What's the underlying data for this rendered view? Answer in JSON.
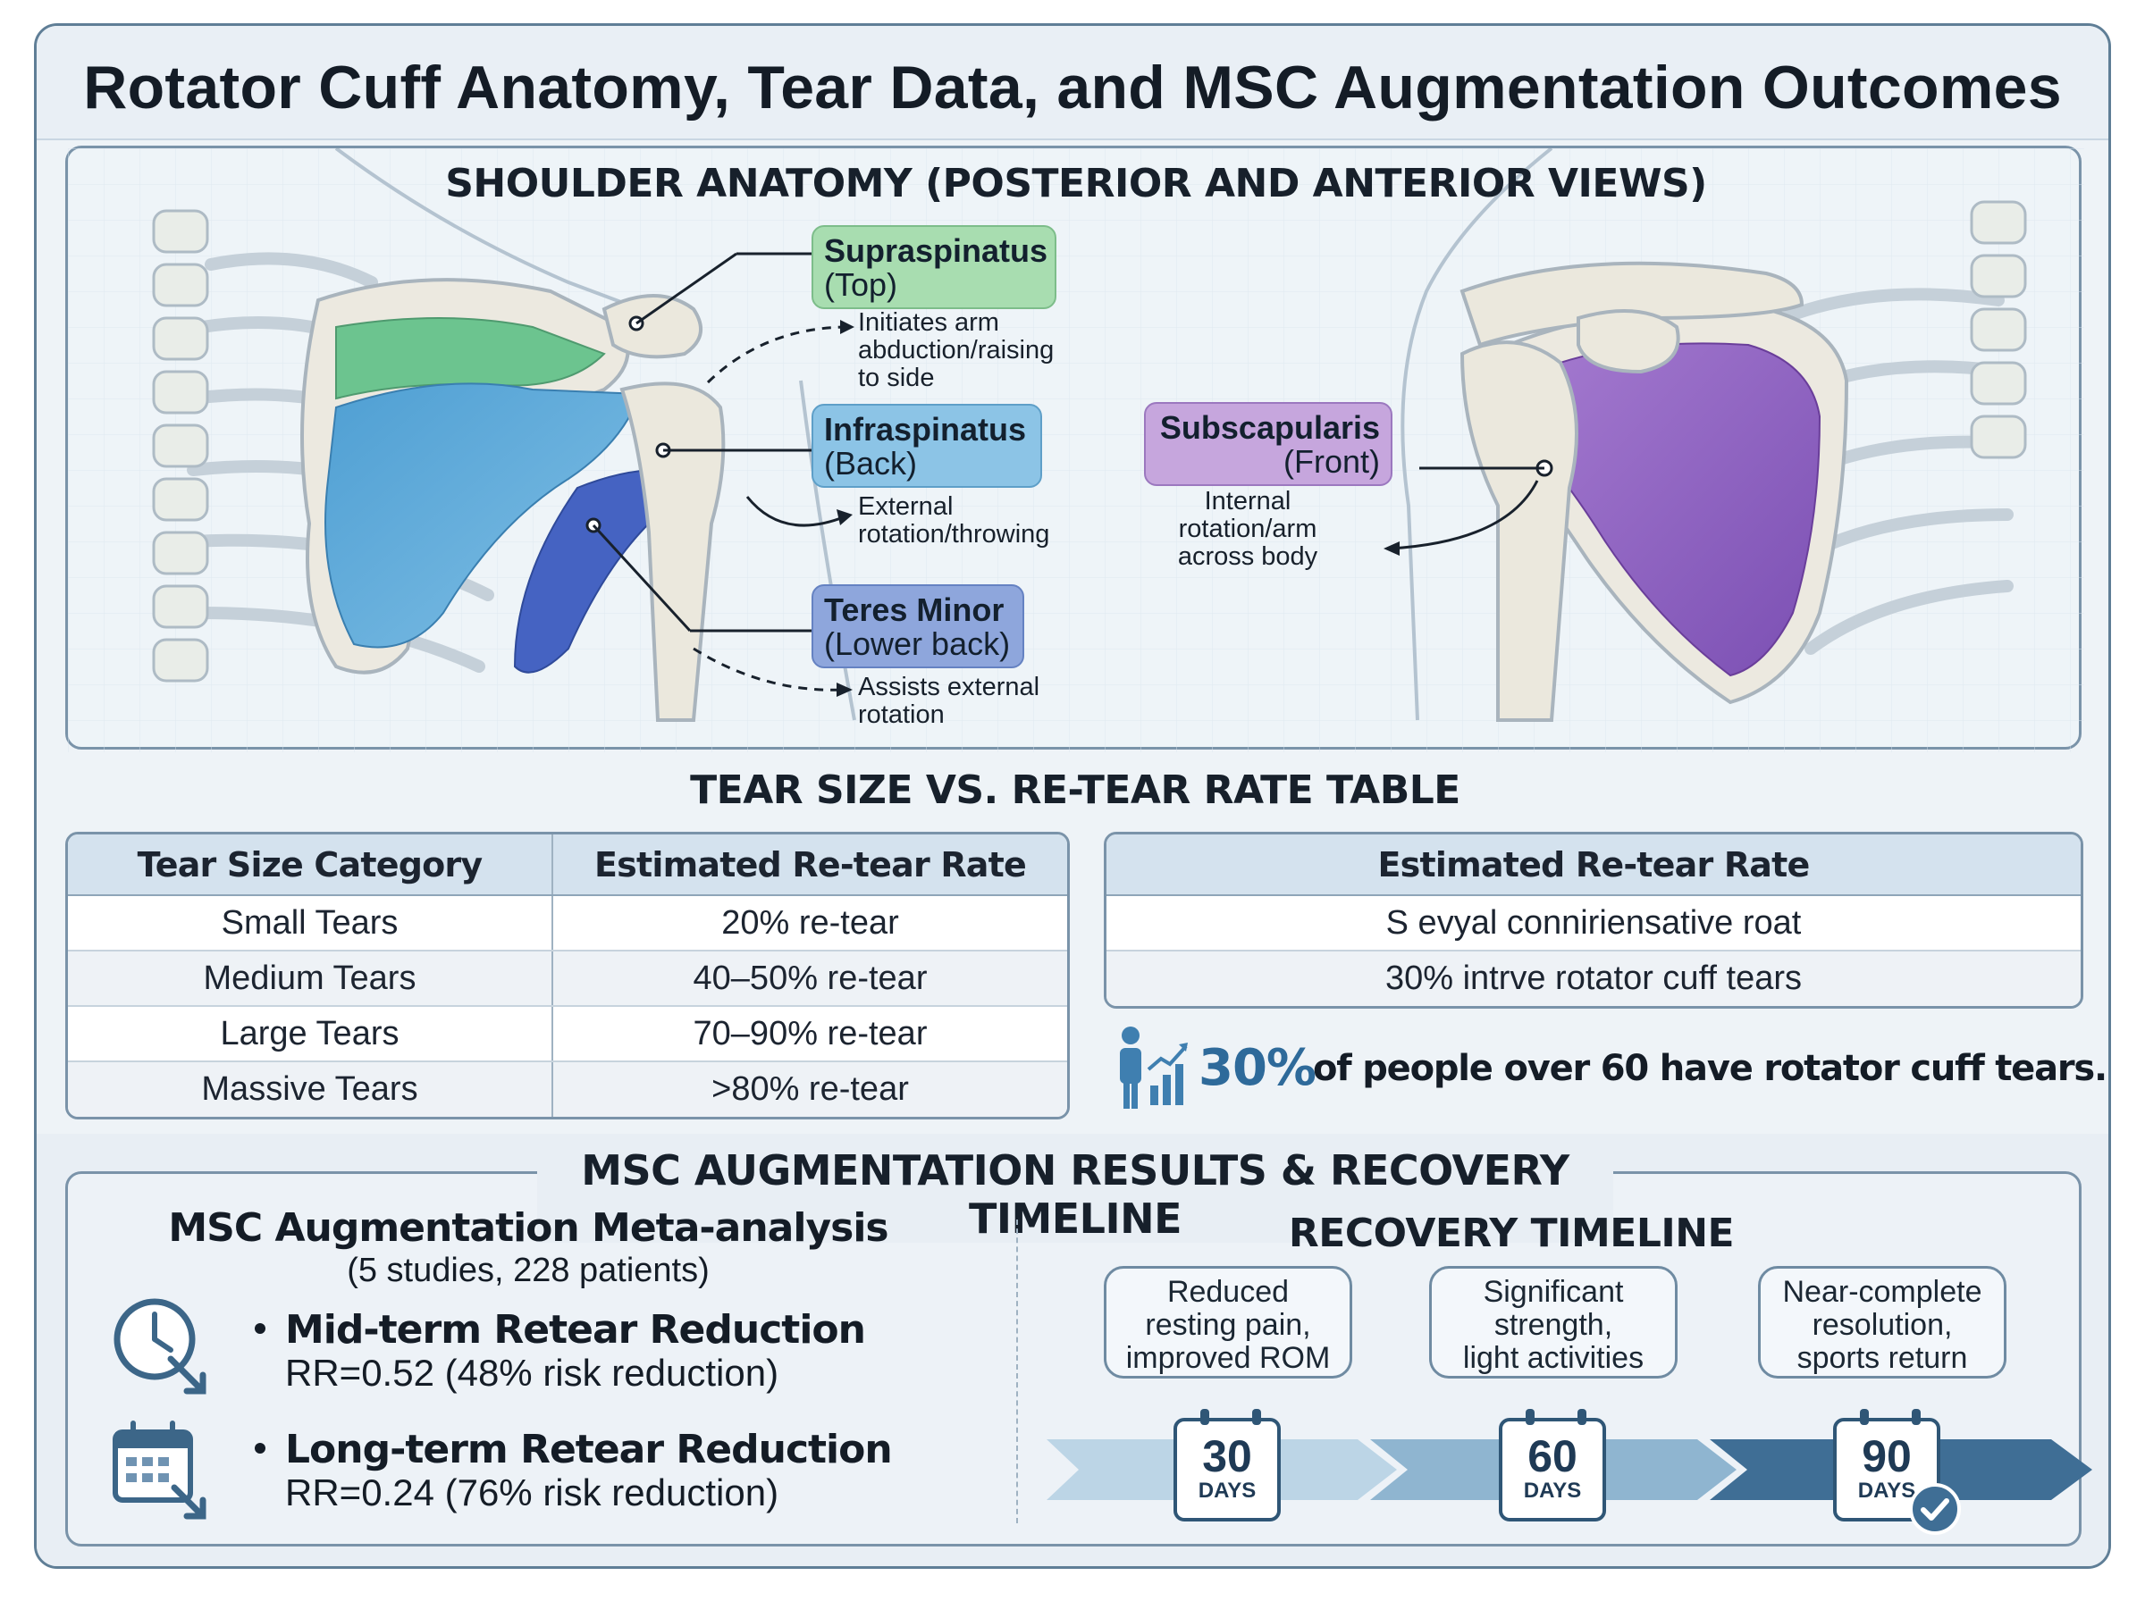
{
  "title": "Rotator Cuff Anatomy, Tear Data, and MSC Augmentation Outcomes",
  "anatomy": {
    "heading": "SHOULDER ANATOMY (POSTERIOR AND ANTERIOR VIEWS)",
    "muscles": [
      {
        "name": "Supraspinatus",
        "location": "(Top)",
        "function": [
          "Initiates arm",
          "abduction/raising",
          "to side"
        ],
        "color": "#a8ddb0"
      },
      {
        "name": "Infraspinatus",
        "location": "(Back)",
        "function": [
          "External",
          "rotation/throwing"
        ],
        "color": "#8cc4e6"
      },
      {
        "name": "Teres Minor",
        "location": "(Lower back)",
        "function": [
          "Assists external",
          "rotation"
        ],
        "color": "#8ea6dc"
      },
      {
        "name": "Subscapularis",
        "location": "(Front)",
        "function": [
          "Internal",
          "rotation/arm",
          "across body"
        ],
        "color": "#c6a6dd"
      }
    ]
  },
  "tear_table": {
    "heading": "TEAR SIZE VS. RE-TEAR RATE TABLE",
    "columns": [
      "Tear Size Category",
      "Estimated Re-tear Rate"
    ],
    "rows": [
      [
        "Small Tears",
        "20% re-tear"
      ],
      [
        "Medium Tears",
        "40–50% re-tear"
      ],
      [
        "Large Tears",
        "70–90% re-tear"
      ],
      [
        "Massive Tears",
        ">80% re-tear"
      ]
    ],
    "side_header": "Estimated Re-tear Rate",
    "side_rows": [
      "S evyal conniriensative roat",
      "30% intrve rotator cuff tears"
    ],
    "stat_value": "30%",
    "stat_text": "of people over 60 have rotator cuff tears."
  },
  "msc": {
    "heading": "MSC AUGMENTATION RESULTS & RECOVERY TIMELINE",
    "meta_title": "MSC Augmentation Meta-analysis",
    "meta_sub": "(5 studies, 228 patients)",
    "results": [
      {
        "label": "Mid-term Retear Reduction",
        "value": "RR=0.52 (48% risk reduction)"
      },
      {
        "label": "Long-term Retear Reduction",
        "value": "RR=0.24 (76% risk reduction)"
      }
    ],
    "timeline_title": "RECOVERY TIMELINE",
    "milestones": [
      {
        "text": [
          "Reduced",
          "resting pain,",
          "improved ROM"
        ],
        "day": "30",
        "unit": "DAYS"
      },
      {
        "text": [
          "Significant",
          "strength,",
          "light activities"
        ],
        "day": "60",
        "unit": "DAYS"
      },
      {
        "text": [
          "Near-complete",
          "resolution,",
          "sports return"
        ],
        "day": "90",
        "unit": "DAYS"
      }
    ]
  }
}
